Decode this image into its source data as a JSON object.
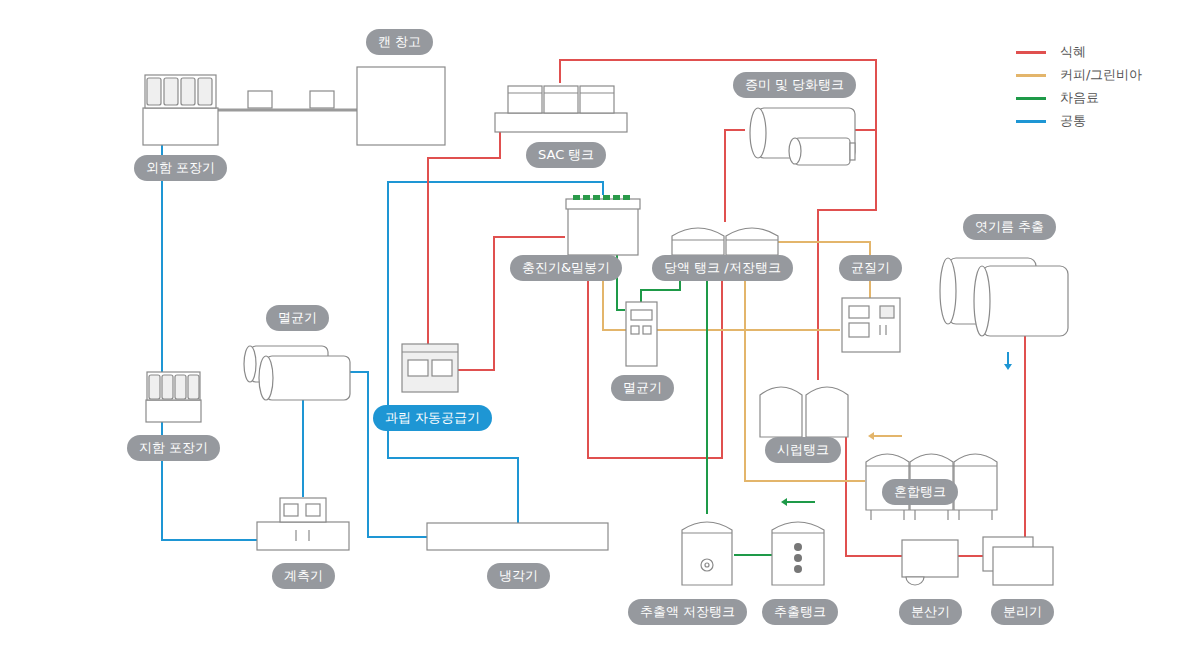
{
  "diagram": {
    "nodes": [
      {
        "text": [
          "캔 창고"
        ]
      },
      {
        "text": [
          "외함 포장기"
        ]
      },
      {
        "text": [
          "SAC 탱크"
        ]
      },
      {
        "text": [
          "증미 및 당화탱크"
        ]
      },
      {
        "text": [
          "충진기&밀봉기"
        ]
      },
      {
        "text": [
          "당액 탱크 /저장탱크"
        ]
      },
      {
        "text": [
          "균질기"
        ]
      },
      {
        "text": [
          "엿기름 추출"
        ]
      },
      {
        "text": [
          "멸균기"
        ]
      },
      {
        "text": [
          "멸균기"
        ]
      },
      {
        "text": [
          "과립 자동공급기"
        ]
      },
      {
        "text": [
          "지함 포장기"
        ]
      },
      {
        "text": [
          "시럽탱크"
        ]
      },
      {
        "text": [
          "혼합탱크"
        ]
      },
      {
        "text": [
          "계측기"
        ]
      },
      {
        "text": [
          "냉각기"
        ]
      },
      {
        "text": [
          "추출액 저장탱크"
        ]
      },
      {
        "text": [
          "추출탱크"
        ]
      },
      {
        "text": [
          "분산기"
        ]
      },
      {
        "text": [
          "분리기"
        ]
      }
    ],
    "edges": [
      {
        "from": 0,
        "to": 1,
        "arrow": "none"
      },
      {
        "from": 1,
        "to": 11,
        "arrow": "none"
      },
      {
        "from": 11,
        "to": 14,
        "arrow": "none"
      },
      {
        "from": 8,
        "to": 14,
        "arrow": "none"
      },
      {
        "from": 8,
        "to": 15,
        "arrow": "none"
      },
      {
        "from": 15,
        "to": 4,
        "arrow": "none"
      },
      {
        "from": 2,
        "to": 3,
        "arrow": "none"
      },
      {
        "from": 3,
        "to": 12,
        "arrow": "none"
      },
      {
        "from": 3,
        "to": 5,
        "arrow": "none"
      },
      {
        "from": 2,
        "to": 10,
        "arrow": "none"
      },
      {
        "from": 10,
        "to": 4,
        "arrow": "none"
      },
      {
        "from": 4,
        "to": 5,
        "arrow": "none"
      },
      {
        "from": 12,
        "to": 18,
        "arrow": "none"
      },
      {
        "from": 18,
        "to": 19,
        "arrow": "none"
      },
      {
        "from": 7,
        "to": 19,
        "arrow": "none"
      },
      {
        "from": 4,
        "to": 6,
        "arrow": "none"
      },
      {
        "from": 5,
        "to": 6,
        "arrow": "none"
      },
      {
        "from": 5,
        "to": 13,
        "arrow": "none"
      },
      {
        "from": 4,
        "to": 9,
        "arrow": "none"
      },
      {
        "from": 9,
        "to": 5,
        "arrow": "none"
      },
      {
        "from": 5,
        "to": 16,
        "arrow": "none"
      },
      {
        "from": 16,
        "to": 17,
        "arrow": "none"
      }
    ],
    "legend": [
      {
        "text": "식혜",
        "color": "#e0504f"
      },
      {
        "text": "커피/그린비아",
        "color": "#e3b56b"
      },
      {
        "text": "차음료",
        "color": "#1e9a48"
      },
      {
        "text": "공통",
        "color": "#1e96d4"
      }
    ]
  }
}
